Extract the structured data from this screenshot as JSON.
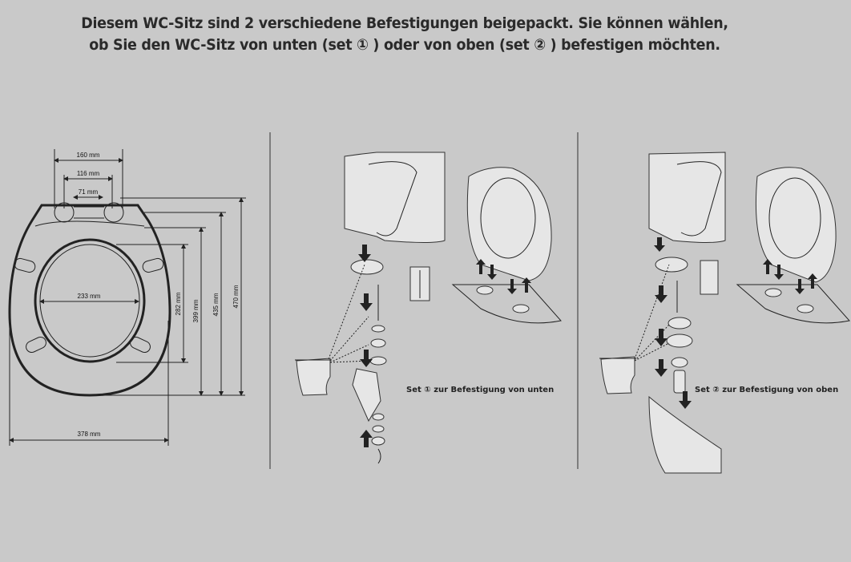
{
  "header": {
    "line1": "Diesem WC-Sitz sind 2 verschiedene Befestigungen beigepackt. Sie können wählen,",
    "line2": "ob Sie den WC-Sitz von unten (set ① ) oder von oben (set ② ) befestigen möchten."
  },
  "dimensions": {
    "hinge_outer": "160 mm",
    "hinge_middle": "116 mm",
    "hinge_inner": "71 mm",
    "opening_width": "233 mm",
    "opening_length": "282 mm",
    "length_399": "399 mm",
    "length_435": "435 mm",
    "length_470": "470 mm",
    "seat_width": "378 mm"
  },
  "sets": {
    "set1_caption": "Set ① zur Befestigung von unten",
    "set2_caption": "Set ② zur Befestigung von oben"
  }
}
